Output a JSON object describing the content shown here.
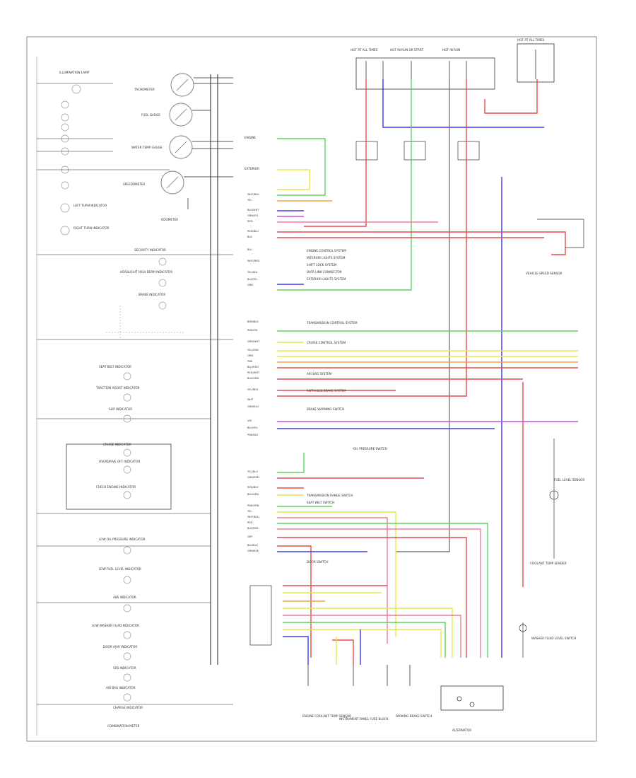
{
  "diagram": {
    "page_tag": "",
    "colors": {
      "red": "#e84a4a",
      "pink": "#f07a9a",
      "blue": "#3a3af0",
      "green": "#5ed25e",
      "yellow": "#e8e84a",
      "violet": "#c84ae8",
      "orange": "#f0a04a",
      "gray": "#7a7a7a",
      "black": "#222222",
      "frame": "#888888"
    },
    "gauges": [
      {
        "label": "TACHOMETER"
      },
      {
        "label": "FUEL GAUGE"
      },
      {
        "label": "WATER TEMP GAUGE"
      },
      {
        "label": "SPEEDOMETER"
      }
    ],
    "odometer_label": "ODOMETER",
    "illumination_label": "ILLUMINATION LAMP",
    "turn_indicators": [
      {
        "label": "LEFT TURN INDICATOR"
      },
      {
        "label": "RIGHT TURN INDICATOR"
      }
    ],
    "indicators": [
      {
        "label": "SECURITY INDICATOR"
      },
      {
        "label": "HEADLIGHT HIGH BEAM INDICATOR"
      },
      {
        "label": "BRAKE INDICATOR"
      },
      {
        "label": "SEAT BELT INDICATOR"
      },
      {
        "label": "TRACTION ASSIST INDICATOR"
      },
      {
        "label": "SLIP INDICATOR"
      },
      {
        "label": "CRUISE INDICATOR"
      },
      {
        "label": "OVERDRIVE OFF INDICATOR"
      },
      {
        "label": "CHECK ENGINE INDICATOR"
      },
      {
        "label": "LOW OIL PRESSURE INDICATOR"
      },
      {
        "label": "LOW FUEL LEVEL INDICATOR"
      },
      {
        "label": "ABS INDICATOR"
      },
      {
        "label": "LOW WASHER FLUID INDICATOR"
      },
      {
        "label": "DOOR AJAR INDICATOR"
      },
      {
        "label": "SRS INDICATOR"
      },
      {
        "label": "AIR BAG INDICATOR"
      },
      {
        "label": "CHARGE INDICATOR"
      }
    ],
    "bottom_label": "COMBINATION METER",
    "top_fuses": [
      {
        "label": "HOT AT ALL TIMES"
      },
      {
        "label": "HOT IN RUN OR START"
      },
      {
        "label": "HOT IN RUN"
      },
      {
        "label": "HOT AT ALL TIMES"
      }
    ],
    "connector_labels": [
      {
        "label": "ENGINE CONTROL SYSTEM"
      },
      {
        "label": "INTERIOR LIGHTS SYSTEM"
      },
      {
        "label": "SHIFT LOCK SYSTEM"
      },
      {
        "label": "DATA LINK CONNECTOR"
      },
      {
        "label": "EXTERIOR LIGHTS SYSTEM"
      },
      {
        "label": "TRANSMISSION CONTROL SYSTEM"
      },
      {
        "label": "CRUISE CONTROL SYSTEM"
      },
      {
        "label": "AIR BAG SYSTEM"
      },
      {
        "label": "ANTI-LOCK BRAKE SYSTEM"
      },
      {
        "label": "BRAKE WARNING SWITCH"
      },
      {
        "label": "OIL PRESSURE SWITCH"
      },
      {
        "label": "TRANSMISSION RANGE SWITCH"
      },
      {
        "label": "SEAT BELT SWITCH"
      },
      {
        "label": "DOOR SWITCH"
      }
    ],
    "right_side_labels": [
      {
        "label": "VEHICLE SPEED SENSOR"
      },
      {
        "label": "FUEL LEVEL SENSOR"
      },
      {
        "label": "COOLANT TEMP SENDER"
      },
      {
        "label": "WASHER FLUID LEVEL SWITCH"
      }
    ],
    "bottom_components": [
      {
        "label": "ENGINE COOLANT TEMP SENSOR"
      },
      {
        "label": "INSTRUMENT PANEL FUSE BLOCK"
      },
      {
        "label": "PARKING BRAKE SWITCH"
      },
      {
        "label": "ALTERNATOR"
      }
    ],
    "wire_colors_a": [
      "WHT/BLK",
      "YEL",
      "BLU/WHT",
      "GRN/YEL",
      "RED",
      "RED/BLU",
      "BLK",
      "BLU",
      "WHT/RED",
      "YEL/BLK",
      "BLK/YEL",
      "GRN"
    ],
    "wire_colors_b": [
      "BRN/BLK",
      "RED/YEL",
      "GRN/WHT",
      "YEL/GRN",
      "ORN",
      "PNK",
      "BLU/RED",
      "RED/WHT",
      "BLK/GRN",
      "YEL/RED",
      "WHT",
      "GRN/BLU",
      "VIO",
      "BLU/YEL",
      "PNK/BLK"
    ],
    "wire_colors_c": [
      "YEL/BLU",
      "GRN/RED",
      "RED/BLK",
      "BLU/GRN",
      "PNK/GRN",
      "YEL",
      "WHT/BLU",
      "RED",
      "BLK/RED",
      "GRY",
      "BLU/BLK",
      "GRN/BLK"
    ]
  }
}
